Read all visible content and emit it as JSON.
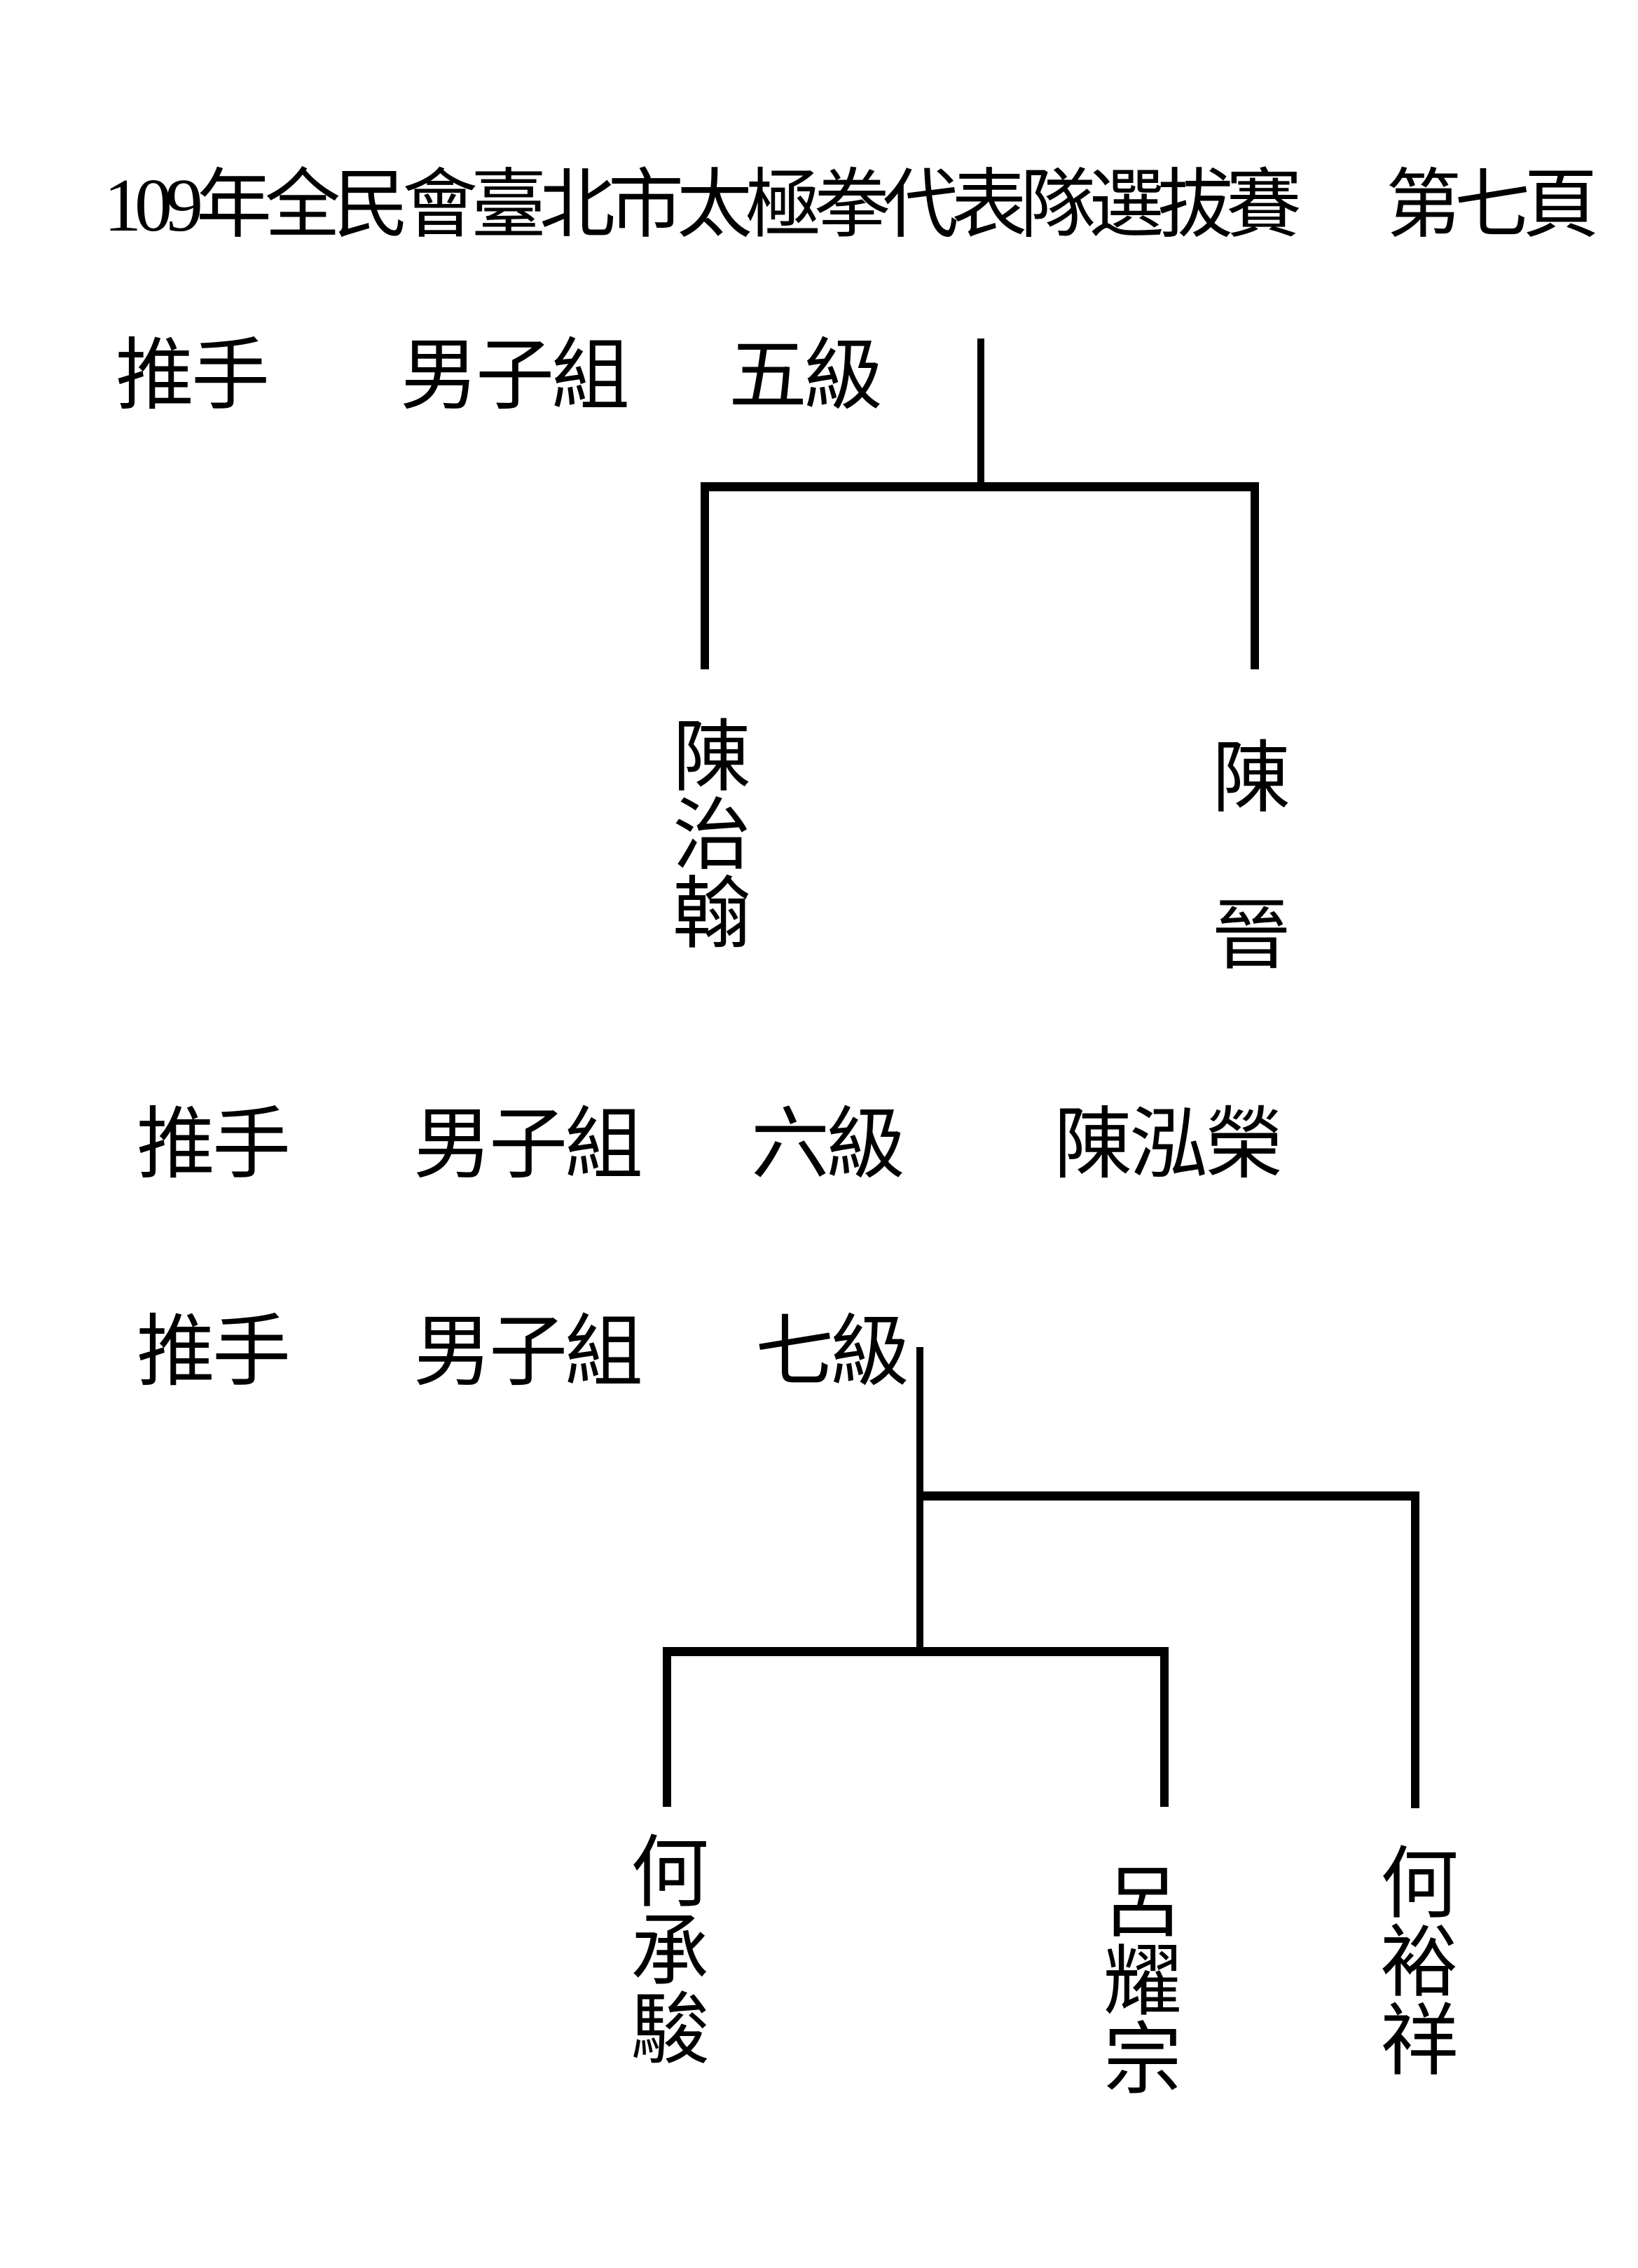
{
  "page": {
    "title": "109年全民會臺北市太極拳代表隊選拔賽",
    "page_number": "第七頁",
    "ink_color": "#000000",
    "paper_color": "#ffffff"
  },
  "sections": [
    {
      "event": "推手",
      "group": "男子組",
      "level": "五級",
      "bracket": {
        "players": [
          {
            "name": "陳治翰",
            "vtext": "陳治翰"
          },
          {
            "name": "陳晉",
            "vtext": "陳　晉"
          }
        ]
      }
    },
    {
      "event": "推手",
      "group": "男子組",
      "level": "六級",
      "winner": {
        "name": "陳泓榮"
      }
    },
    {
      "event": "推手",
      "group": "男子組",
      "level": "七級",
      "bracket": {
        "players": [
          {
            "name": "何承駿",
            "vtext": "何承駿"
          },
          {
            "name": "呂耀宗",
            "vtext": "呂耀宗"
          },
          {
            "name": "何裕祥",
            "vtext": "何裕祥"
          }
        ]
      }
    }
  ]
}
